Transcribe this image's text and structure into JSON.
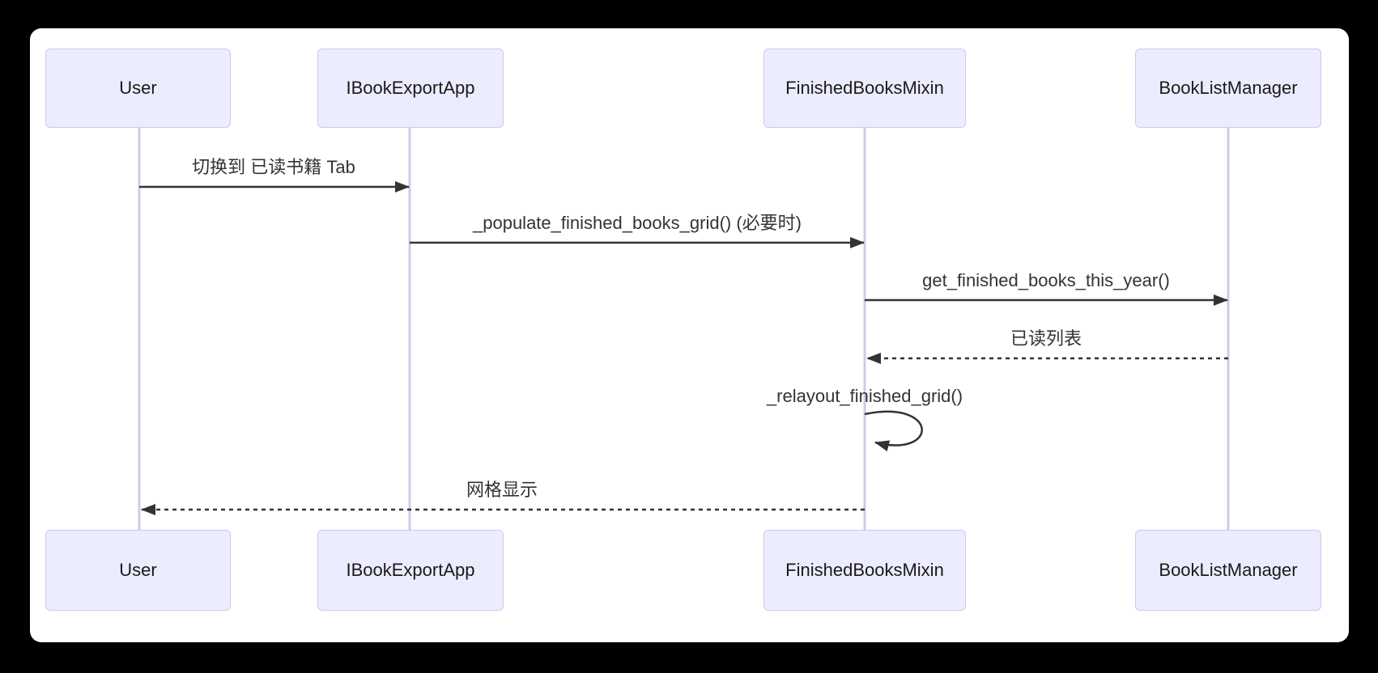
{
  "diagram": {
    "type": "sequence-diagram",
    "actors": [
      {
        "label": "User"
      },
      {
        "label": "IBookExportApp"
      },
      {
        "label": "FinishedBooksMixin"
      },
      {
        "label": "BookListManager"
      }
    ],
    "messages": [
      {
        "from": "User",
        "to": "IBookExportApp",
        "label": "切换到 已读书籍 Tab",
        "line": "solid"
      },
      {
        "from": "IBookExportApp",
        "to": "FinishedBooksMixin",
        "label": "_populate_finished_books_grid() (必要时)",
        "line": "solid"
      },
      {
        "from": "FinishedBooksMixin",
        "to": "BookListManager",
        "label": "get_finished_books_this_year()",
        "line": "solid"
      },
      {
        "from": "BookListManager",
        "to": "FinishedBooksMixin",
        "label": "已读列表",
        "line": "dashed"
      },
      {
        "from": "FinishedBooksMixin",
        "to": "FinishedBooksMixin",
        "label": "_relayout_finished_grid()",
        "line": "self-loop"
      },
      {
        "from": "FinishedBooksMixin",
        "to": "User",
        "label": "网格显示",
        "line": "dashed"
      }
    ],
    "colors": {
      "page_background": "#000000",
      "canvas_background": "#FFFFFF",
      "actor_fill": "#ECECFF",
      "actor_border": "#CFC7F0",
      "lifeline": "#D0C9EE",
      "arrow": "#333333",
      "message_text": "#333333"
    }
  }
}
